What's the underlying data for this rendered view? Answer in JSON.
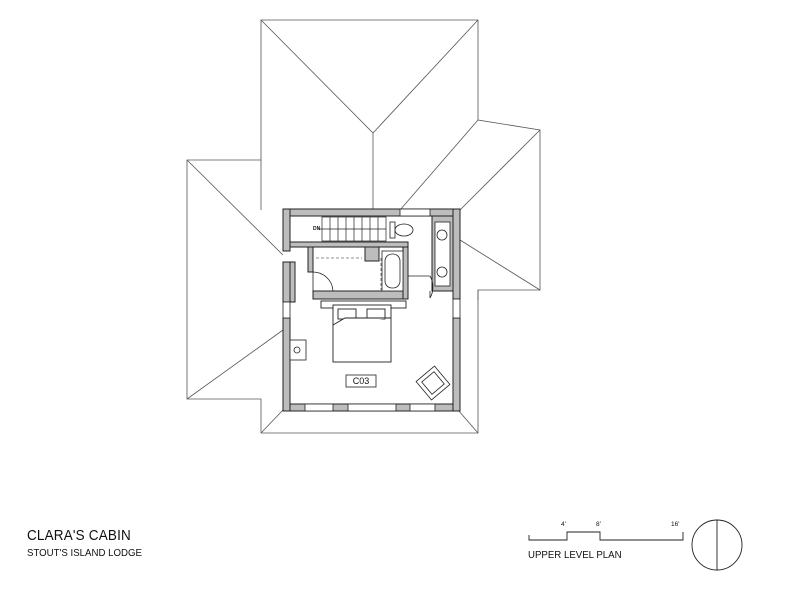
{
  "title_block": {
    "project": "CLARA'S CABIN",
    "location": "STOUT'S ISLAND LODGE"
  },
  "plan": {
    "drawing_title": "UPPER LEVEL PLAN",
    "room_tag": "C03",
    "stair_label": "DN"
  },
  "scale_bar": {
    "ticks": [
      "4'",
      "8'",
      "16'"
    ]
  },
  "colors": {
    "line": "#222222",
    "wall_fill": "#bdbdbd",
    "roof_line": "#555555"
  },
  "icons": {
    "north_arrow": "north-arrow-icon"
  }
}
